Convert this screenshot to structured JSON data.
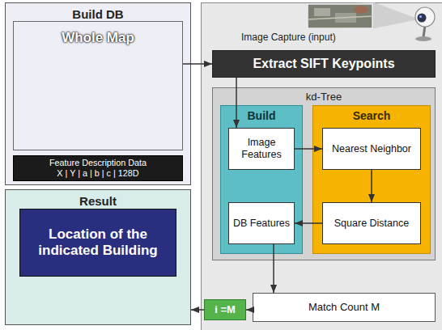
{
  "diagram": {
    "nodes": [
      {
        "text": [
          "Build DB"
        ]
      },
      {
        "text": [
          "Whole Map"
        ],
        "in": 0
      },
      {
        "text": [
          "Feature Description Data",
          "X | Y | a | b | c | 128D"
        ],
        "in": 0
      },
      {
        "text": [
          "Extract SIFT Keypoints"
        ]
      },
      {
        "text": [
          "kd-Tree"
        ]
      },
      {
        "text": [
          "Build"
        ],
        "in": 4
      },
      {
        "text": [
          "Image Features"
        ],
        "in": 5
      },
      {
        "text": [
          "DB Features"
        ],
        "in": 5
      },
      {
        "text": [
          "Search"
        ],
        "in": 4
      },
      {
        "text": [
          "Nearest Neighbor"
        ],
        "in": 8
      },
      {
        "text": [
          "Square Distance"
        ],
        "in": 8
      },
      {
        "text": [
          "Result"
        ]
      },
      {
        "text": [
          "Location of the indicated Building"
        ],
        "in": 11
      },
      {
        "text": [
          "i =M"
        ]
      },
      {
        "text": [
          "Match Count M"
        ]
      }
    ],
    "edges": [
      {
        "from": 1,
        "to": 3,
        "arrow": "to"
      },
      {
        "from": 3,
        "to": 6,
        "arrow": "to"
      },
      {
        "from": 6,
        "to": 9,
        "arrow": "to"
      },
      {
        "from": 9,
        "to": 10,
        "arrow": "to"
      },
      {
        "from": 10,
        "to": 7,
        "arrow": "to"
      },
      {
        "from": 7,
        "to": 14,
        "arrow": "to"
      },
      {
        "from": 14,
        "to": 13,
        "arrow": "to"
      },
      {
        "from": 13,
        "to": 11,
        "arrow": "to"
      }
    ],
    "labels": [
      "Image Capture (input)"
    ]
  }
}
